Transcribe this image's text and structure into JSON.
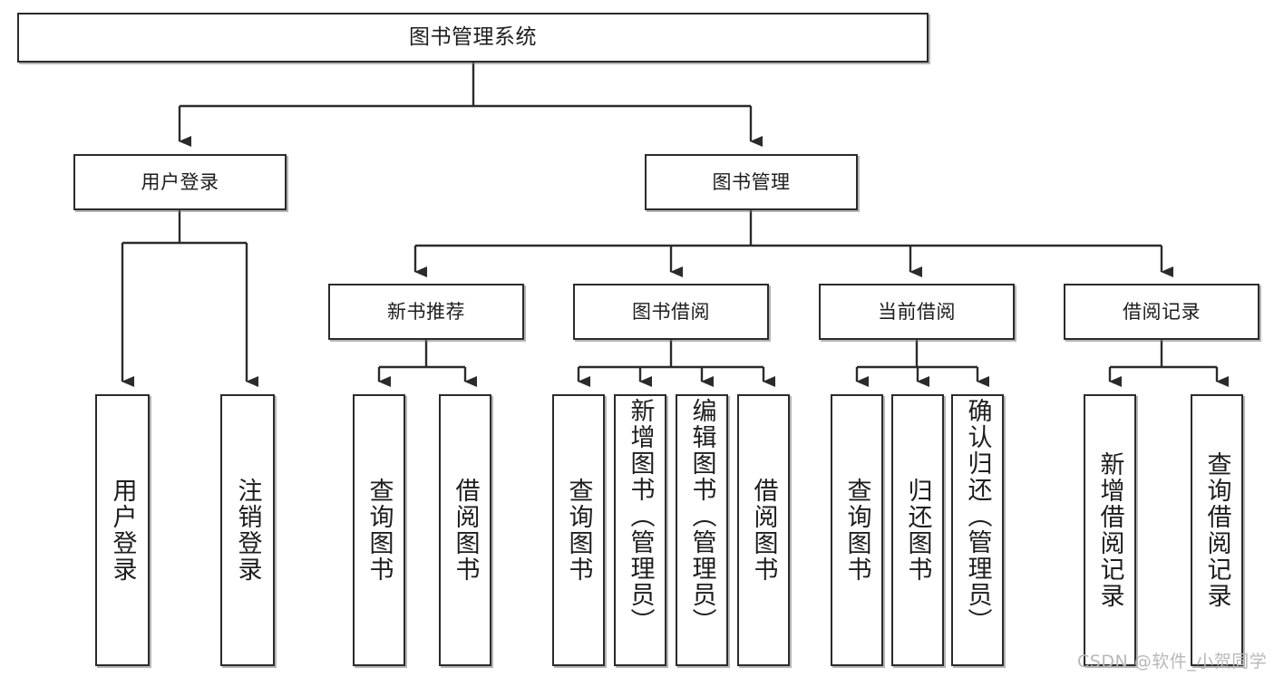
{
  "diagram": {
    "title": "图书管理系统",
    "watermark": "CSDN @软件_小贺同学",
    "colors": {
      "box_border": "#2b2b2b",
      "box_fill": "#ffffff",
      "connector": "#2b2b2b",
      "text": "#1d1d1d",
      "watermark": "#b8b8b8",
      "background": "#ffffff"
    },
    "root": {
      "label": "图书管理系统"
    },
    "level2": [
      {
        "label": "用户登录"
      },
      {
        "label": "图书管理"
      }
    ],
    "level3": [
      {
        "label": "新书推荐"
      },
      {
        "label": "图书借阅"
      },
      {
        "label": "当前借阅"
      },
      {
        "label": "借阅记录"
      }
    ],
    "leaves": {
      "user_login": [
        {
          "label": "用户登录"
        },
        {
          "label": "注销登录"
        }
      ],
      "new_book_recommend": [
        {
          "label": "查询图书"
        },
        {
          "label": "借阅图书"
        }
      ],
      "book_borrow": [
        {
          "label": "查询图书"
        },
        {
          "label": "新增图书（管理员）"
        },
        {
          "label": "编辑图书（管理员）"
        },
        {
          "label": "借阅图书"
        }
      ],
      "current_borrow": [
        {
          "label": "查询图书"
        },
        {
          "label": "归还图书"
        },
        {
          "label": "确认归还（管理员）"
        }
      ],
      "borrow_record": [
        {
          "label": "新增借阅记录"
        },
        {
          "label": "查询借阅记录"
        }
      ]
    }
  }
}
